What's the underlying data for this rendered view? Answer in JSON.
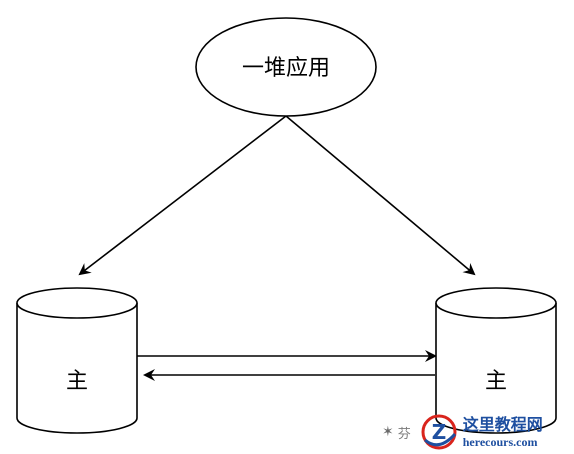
{
  "diagram": {
    "nodes": {
      "apps": {
        "label": "一堆应用",
        "shape": "ellipse"
      },
      "master_left": {
        "label": "主",
        "shape": "cylinder"
      },
      "master_right": {
        "label": "主",
        "shape": "cylinder"
      }
    },
    "edges": [
      {
        "from": "apps",
        "to": "master_left"
      },
      {
        "from": "apps",
        "to": "master_right"
      },
      {
        "from": "master_left",
        "to": "master_right"
      },
      {
        "from": "master_right",
        "to": "master_left"
      }
    ],
    "stroke_color": "#000000",
    "fill_color": "#ffffff"
  },
  "watermark": {
    "wechat_text": "芬",
    "site_title": "这里教程网",
    "site_url": "herecours.com",
    "logo_letter": "Z",
    "colors": {
      "blue": "#1e4fa0",
      "red": "#d9241c"
    }
  }
}
